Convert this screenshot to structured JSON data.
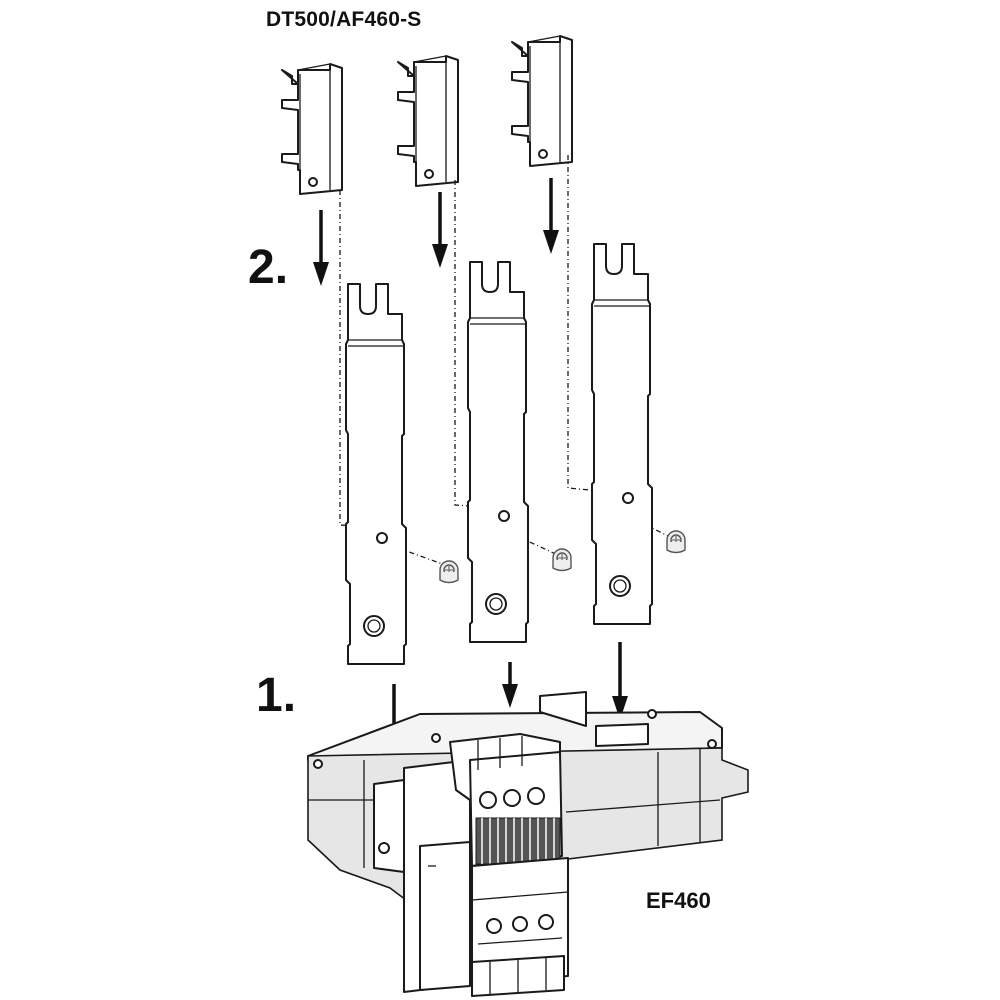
{
  "labels": {
    "top_title": "DT500/AF460-S",
    "step_2": "2.",
    "step_1": "1.",
    "device_model": "EF460"
  },
  "diagram": {
    "covers_count": 3,
    "terminal_bars_count": 3,
    "screws_count": 3,
    "arrow_style": "solid-black-down",
    "leader_line_style": "dash-dot",
    "line_color": "#1a1a1a",
    "background": "#ffffff"
  }
}
